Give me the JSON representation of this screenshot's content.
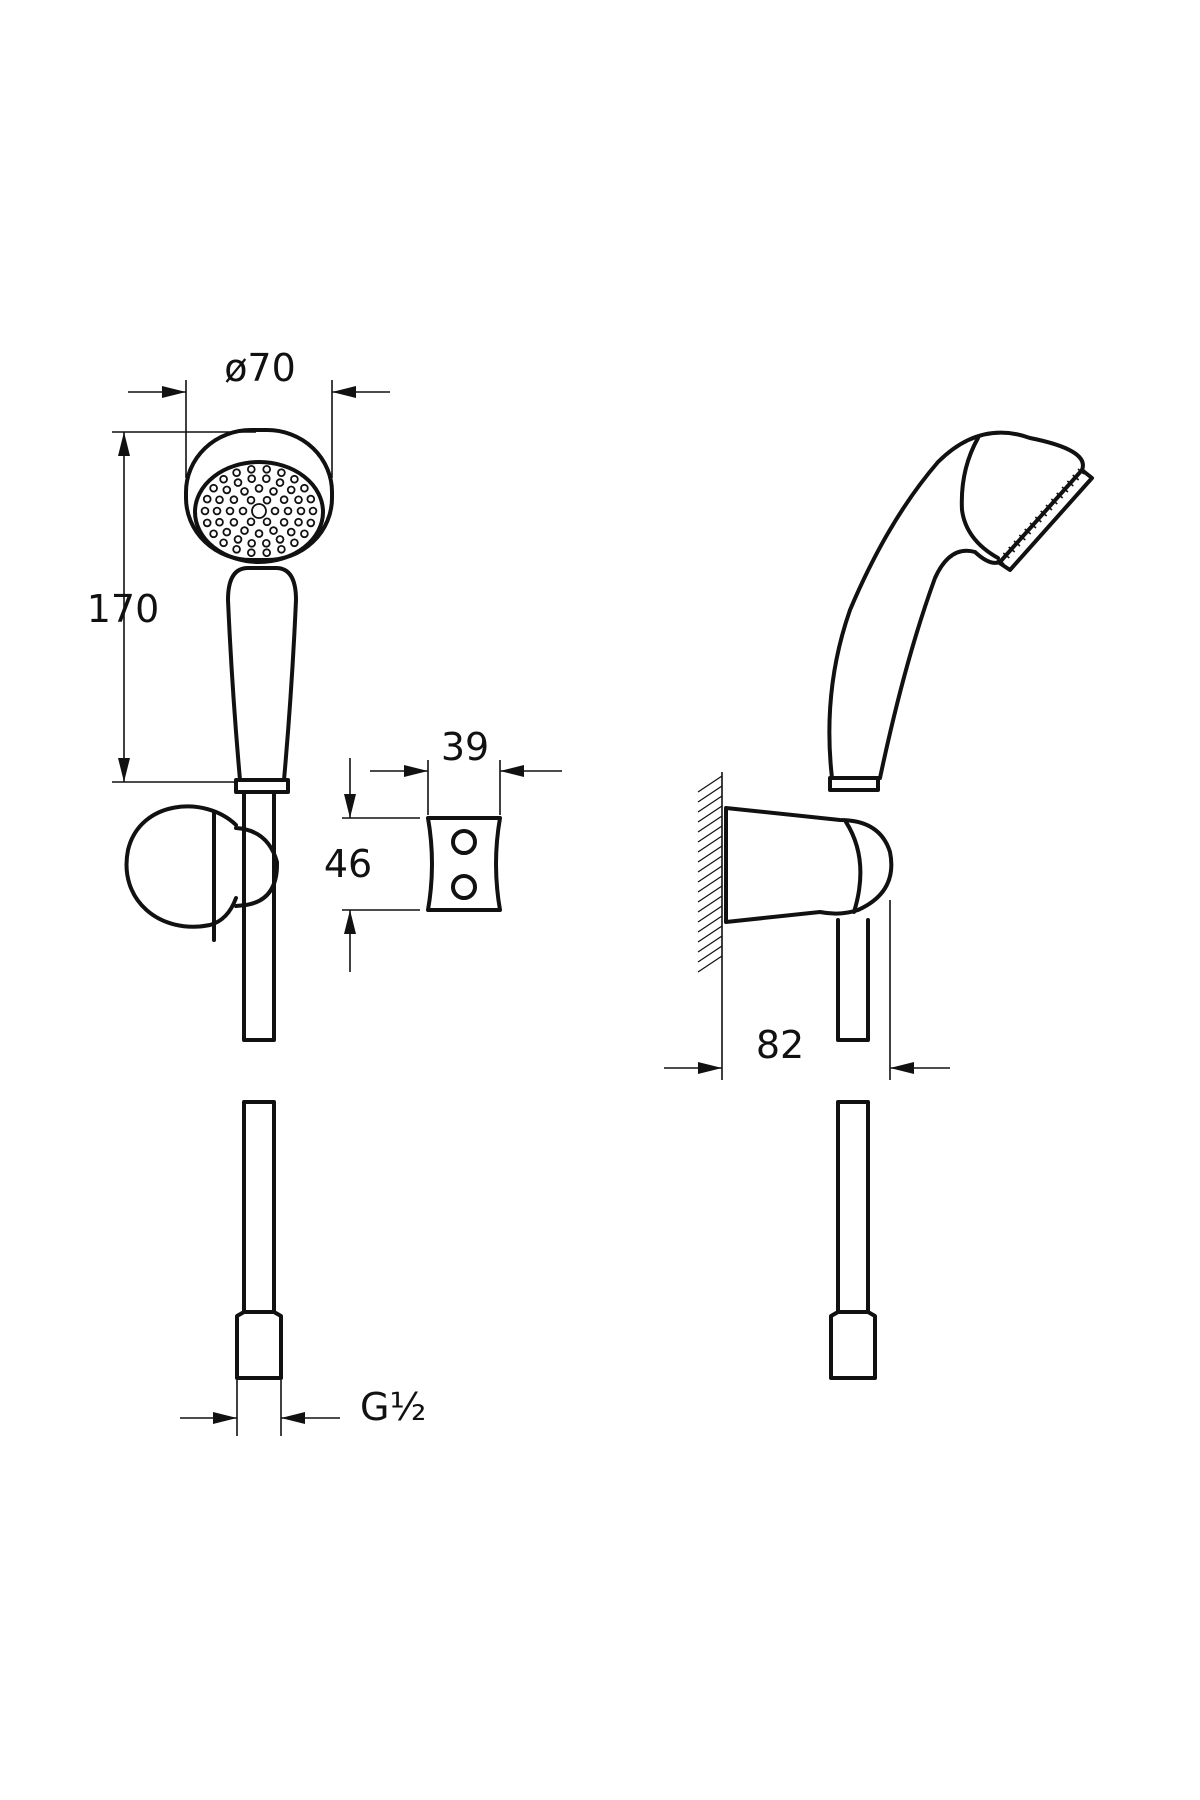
{
  "dimensions": {
    "head_diameter": "ø70",
    "handset_length": "170",
    "holder_width": "39",
    "holder_height": "46",
    "holder_projection": "82",
    "hose_thread": "G½"
  }
}
